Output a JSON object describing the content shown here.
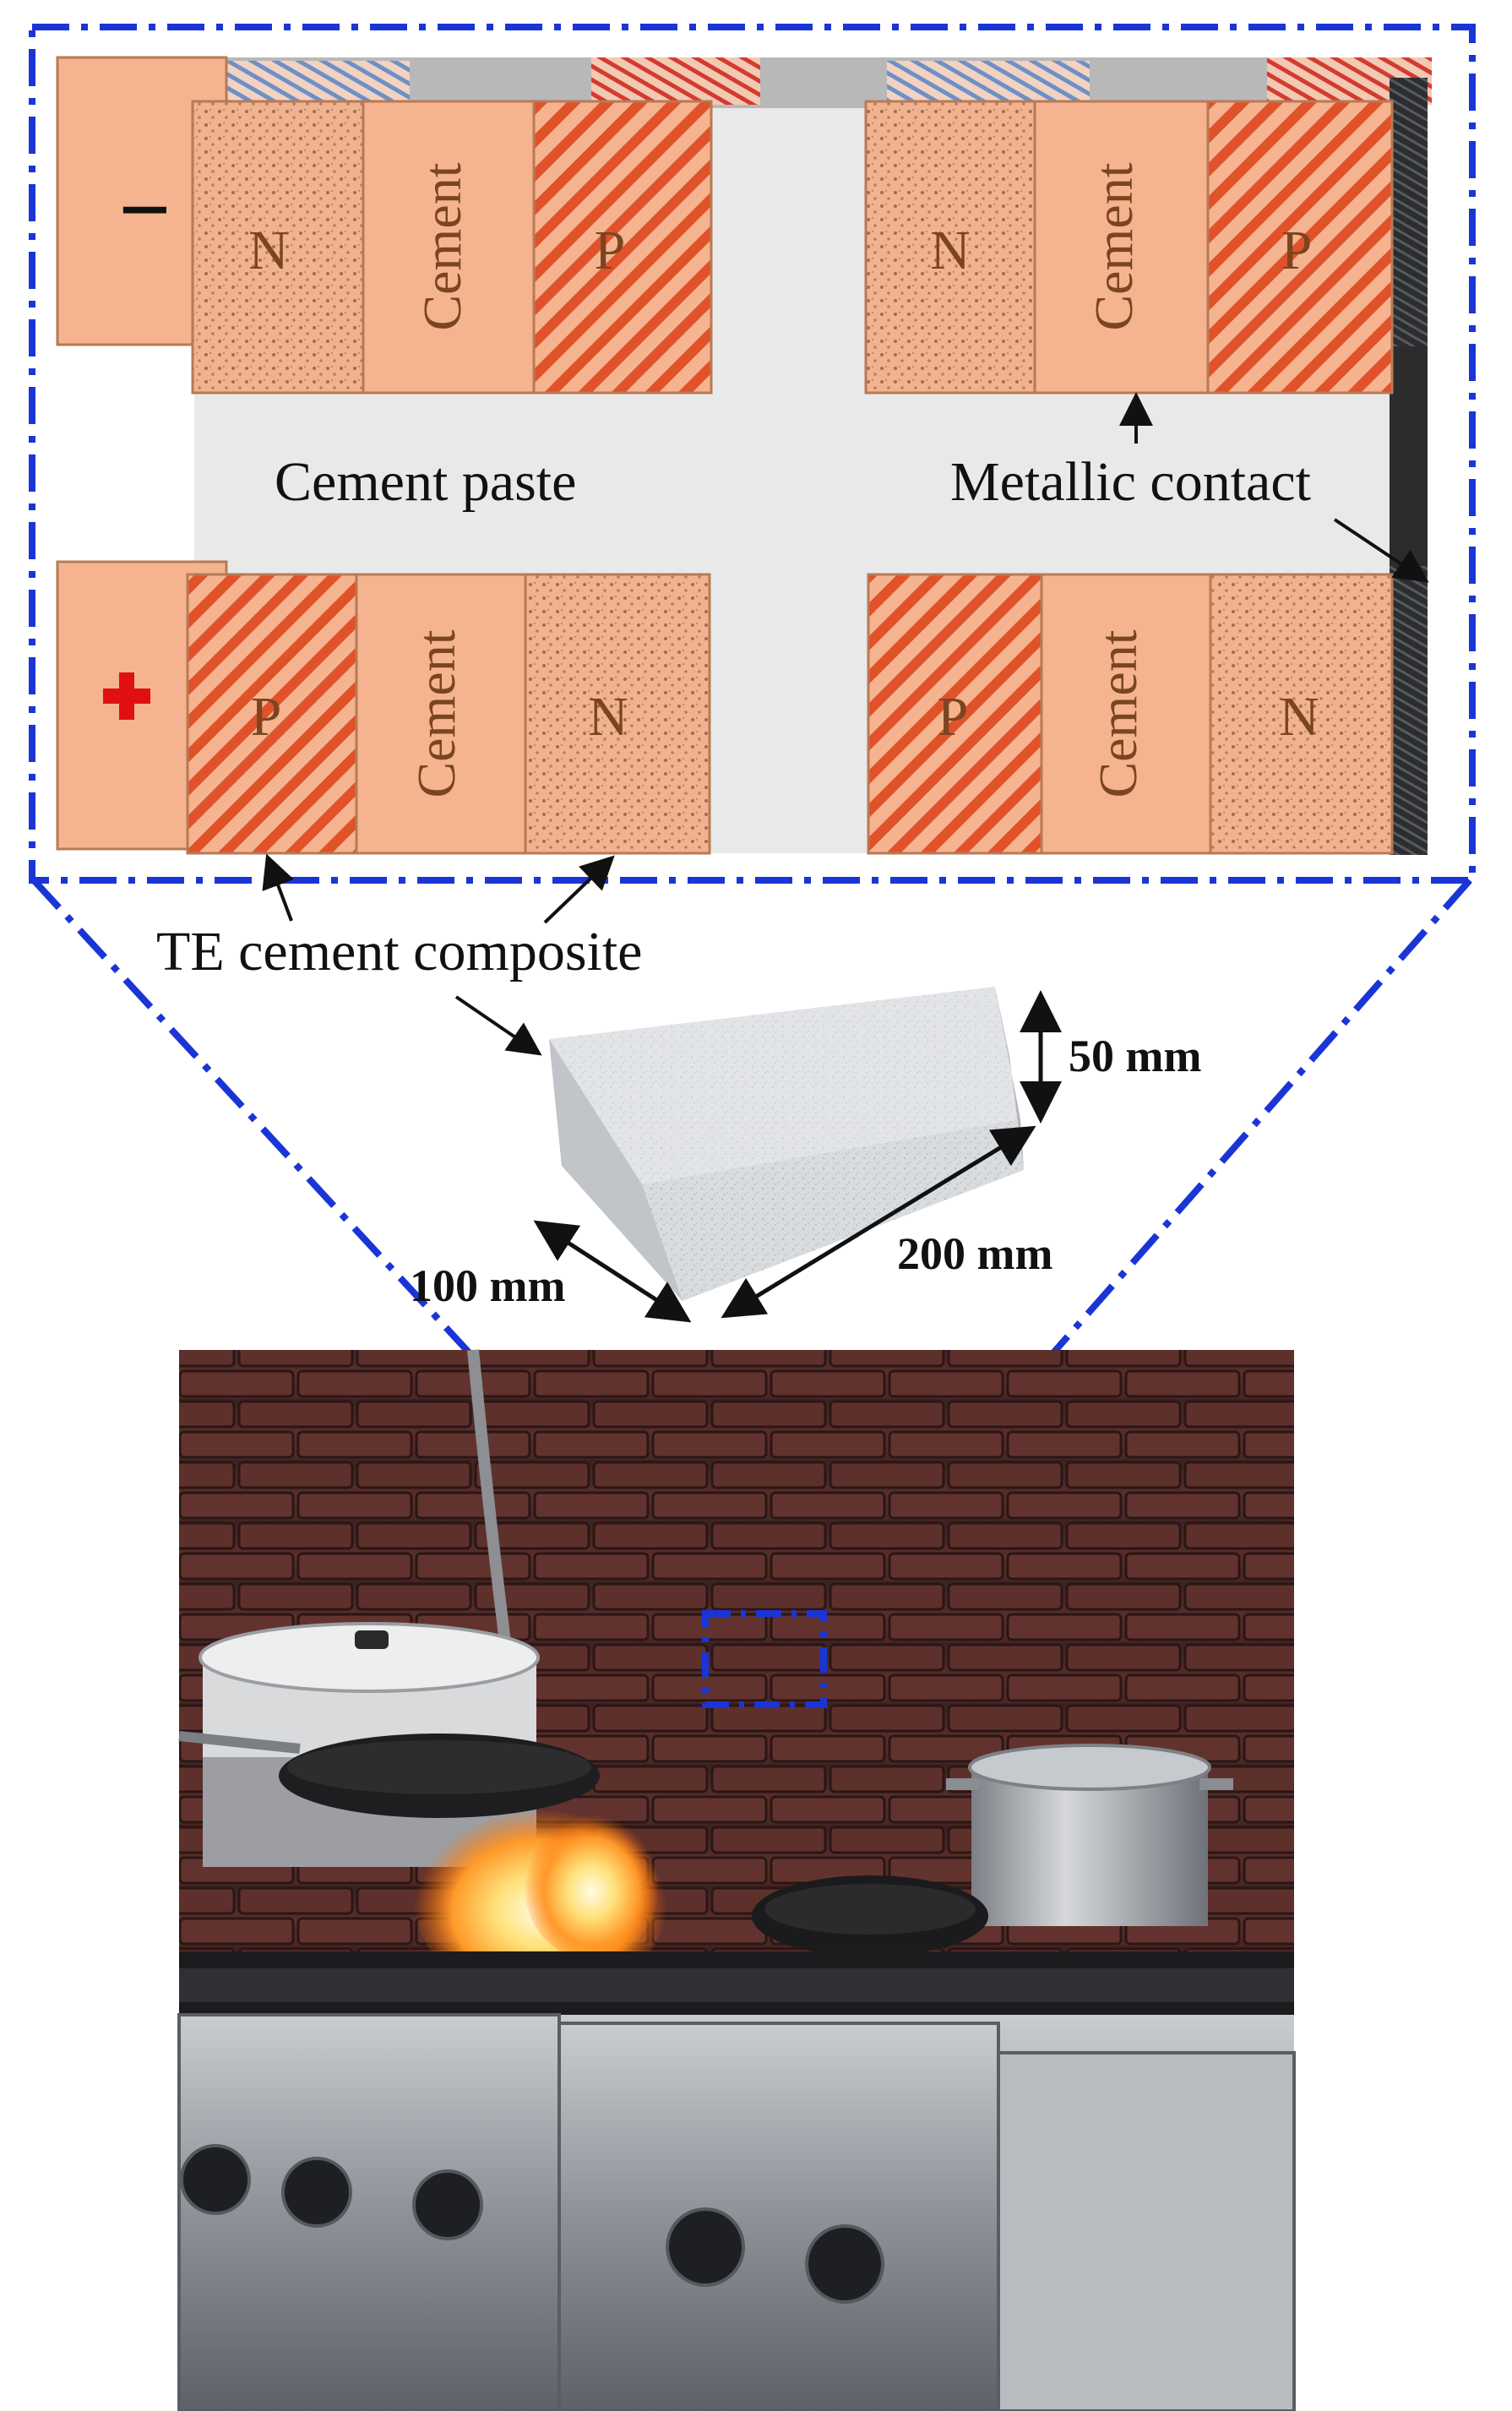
{
  "labels": {
    "cement_paste": "Cement paste",
    "metallic_contact": "Metallic contact",
    "te_composite": "TE cement composite",
    "negative": "−",
    "positive": "+"
  },
  "modules": {
    "top_left": [
      "N",
      "Cement",
      "P"
    ],
    "top_right": [
      "N",
      "Cement",
      "P"
    ],
    "bottom_left": [
      "P",
      "Cement",
      "N"
    ],
    "bottom_right": [
      "P",
      "Cement",
      "N"
    ]
  },
  "dimensions": {
    "height": "50 mm",
    "length": "200 mm",
    "width": "100 mm"
  },
  "colors": {
    "frame_dash": "#1a35d6",
    "block": "#f5b48f",
    "block_edge": "#b77a55",
    "stripe": "#e0522a",
    "n_dots": "#a86a4a",
    "paste": "#e8e8e8",
    "contact": "#2a2a2a",
    "plus_sign": "#e01010"
  }
}
